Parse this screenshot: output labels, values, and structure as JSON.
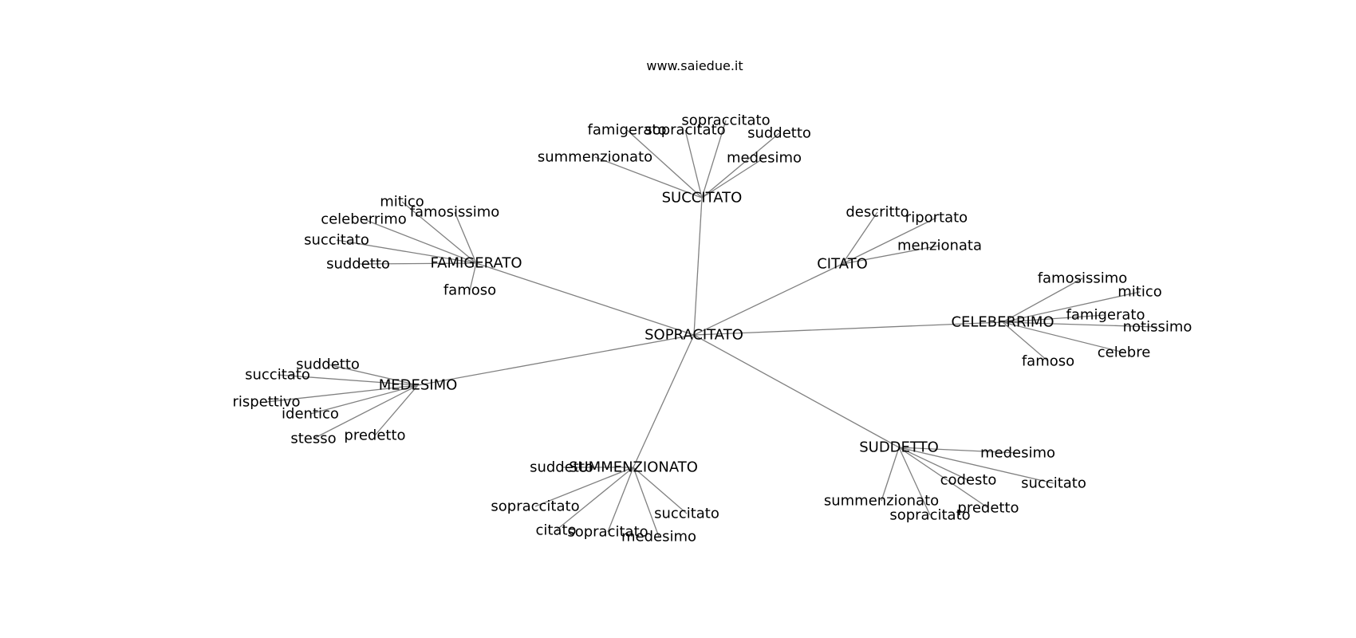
{
  "site": "www.saiedue.it",
  "graph": {
    "center": "SOPRACITATO",
    "hubs": [
      {
        "label": "SUCCITATO",
        "leaves": [
          "famigerato",
          "sopracitato",
          "sopraccitato",
          "suddetto",
          "summenzionato",
          "medesimo"
        ]
      },
      {
        "label": "FAMIGERATO",
        "leaves": [
          "mitico",
          "famosissimo",
          "celeberrimo",
          "succitato",
          "suddetto",
          "famoso"
        ]
      },
      {
        "label": "CITATO",
        "leaves": [
          "descritto",
          "riportato",
          "menzionata"
        ]
      },
      {
        "label": "CELEBERRIMO",
        "leaves": [
          "famosissimo",
          "mitico",
          "famigerato",
          "notissimo",
          "celebre",
          "famoso"
        ]
      },
      {
        "label": "MEDESIMO",
        "leaves": [
          "suddetto",
          "succitato",
          "rispettivo",
          "identico",
          "stesso",
          "predetto"
        ]
      },
      {
        "label": "SUMMENZIONATO",
        "leaves": [
          "suddetto",
          "sopraccitato",
          "citato",
          "sopracitato",
          "medesimo",
          "succitato"
        ]
      },
      {
        "label": "SUDDETTO",
        "leaves": [
          "medesimo",
          "codesto",
          "succitato",
          "summenzionato",
          "sopracitato",
          "predetto"
        ]
      }
    ]
  }
}
